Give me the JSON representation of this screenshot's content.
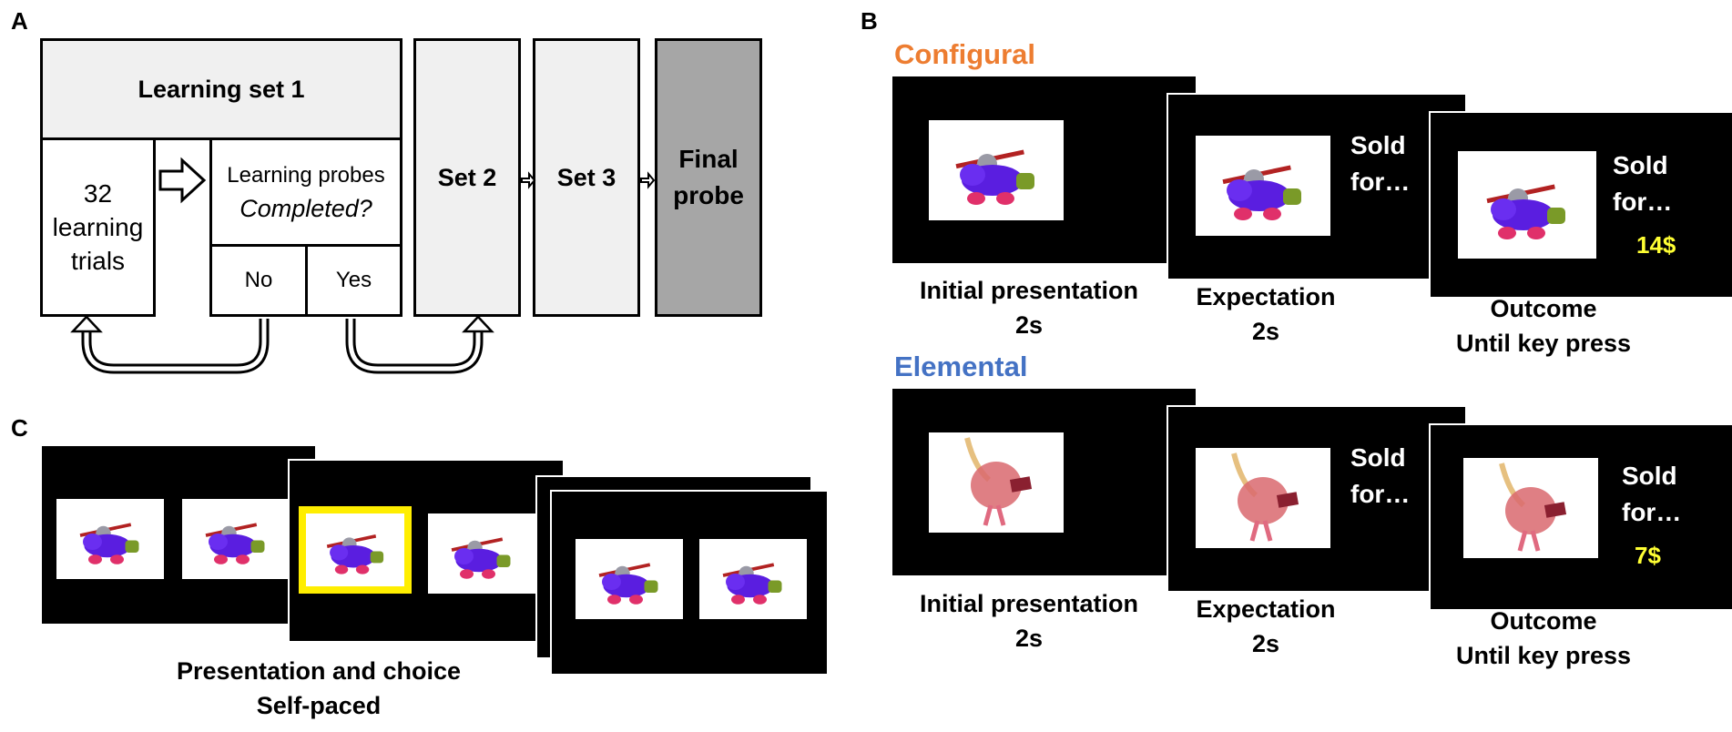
{
  "panels": {
    "a": "A",
    "b": "B",
    "c": "C"
  },
  "flow": {
    "learning_set": "Learning set 1",
    "trials_line1": "32",
    "trials_line2": "learning",
    "trials_line3": "trials",
    "probe_line1": "Learning probes",
    "probe_line2": "Completed?",
    "no": "No",
    "yes": "Yes",
    "set2": "Set 2",
    "set3": "Set 3",
    "final_line1": "Final",
    "final_line2": "probe"
  },
  "configural": {
    "title": "Configural",
    "initial_line1": "Initial presentation",
    "initial_line2": "2s",
    "expectation_line1": "Expectation",
    "expectation_line2": "2s",
    "outcome_line1": "Outcome",
    "outcome_line2": "Until key press",
    "sold_line1": "Sold",
    "sold_line2": "for…",
    "price": "14$"
  },
  "elemental": {
    "title": "Elemental",
    "initial_line1": "Initial presentation",
    "initial_line2": "2s",
    "expectation_line1": "Expectation",
    "expectation_line2": "2s",
    "outcome_line1": "Outcome",
    "outcome_line2": "Until key press",
    "sold_line1": "Sold",
    "sold_line2": "for…",
    "price": "7$"
  },
  "choice": {
    "caption_line1": "Presentation and choice",
    "caption_line2": "Self-paced"
  },
  "colors": {
    "configural": "#ed7d31",
    "elemental": "#4472c4",
    "price": "#ffff33",
    "selection": "#ffee00",
    "box_light": "#f0f0f0",
    "box_dark": "#a6a6a6"
  }
}
